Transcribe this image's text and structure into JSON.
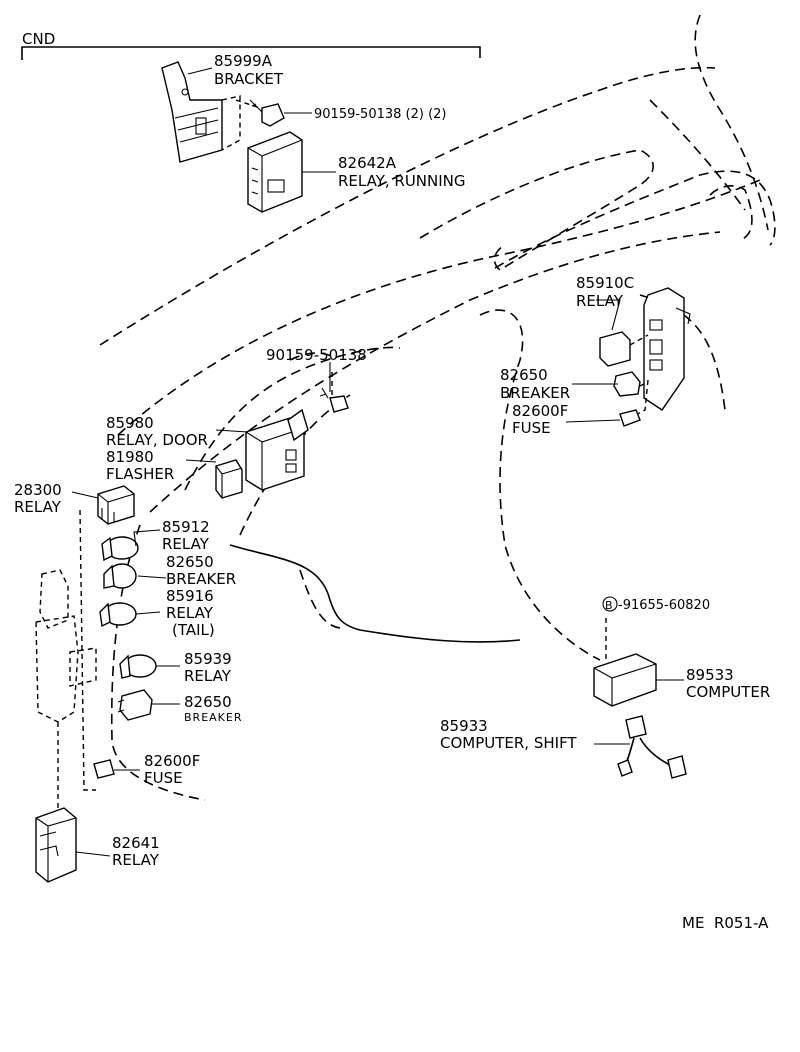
{
  "header": {
    "section": "CND"
  },
  "labels": {
    "bracket_no": "85999A",
    "bracket_name": "BRACKET",
    "bolt_top": "90159-50138 (2) (2)",
    "relay_running_no": "82642A",
    "relay_running_name": "RELAY, RUNNING",
    "relay_c_no": "85910C",
    "relay_c_name": "RELAY",
    "bolt_mid": "90159-50138",
    "breaker_r_no": "82650",
    "breaker_r_name": "BREAKER",
    "fuse_r_no": "82600F",
    "fuse_r_name": "FUSE",
    "relay_door_no": "85980",
    "relay_door_name": "RELAY, DOOR",
    "flasher_no": "81980",
    "flasher_name": "FLASHER",
    "relay_28300_no": "28300",
    "relay_28300_name": "RELAY",
    "relay_85912_no": "85912",
    "relay_85912_name": "RELAY",
    "breaker_1_no": "82650",
    "breaker_1_name": "BREAKER",
    "relay_tail_no": "85916",
    "relay_tail_name": "RELAY",
    "relay_tail_sub": "(TAIL)",
    "screw_b": "B",
    "screw_no": "-91655-60820",
    "relay_85939_no": "85939",
    "relay_85939_name": "RELAY",
    "breaker_2_no": "82650",
    "breaker_2_name": "BREAKER",
    "computer_no": "89533",
    "computer_name": "COMPUTER",
    "computer_shift_no": "85933",
    "computer_shift_name": "COMPUTER, SHIFT",
    "fuse_l_no": "82600F",
    "fuse_l_name": "FUSE",
    "relay_82641_no": "82641",
    "relay_82641_name": "RELAY"
  },
  "footer": {
    "ref": "ME  R051-A"
  }
}
